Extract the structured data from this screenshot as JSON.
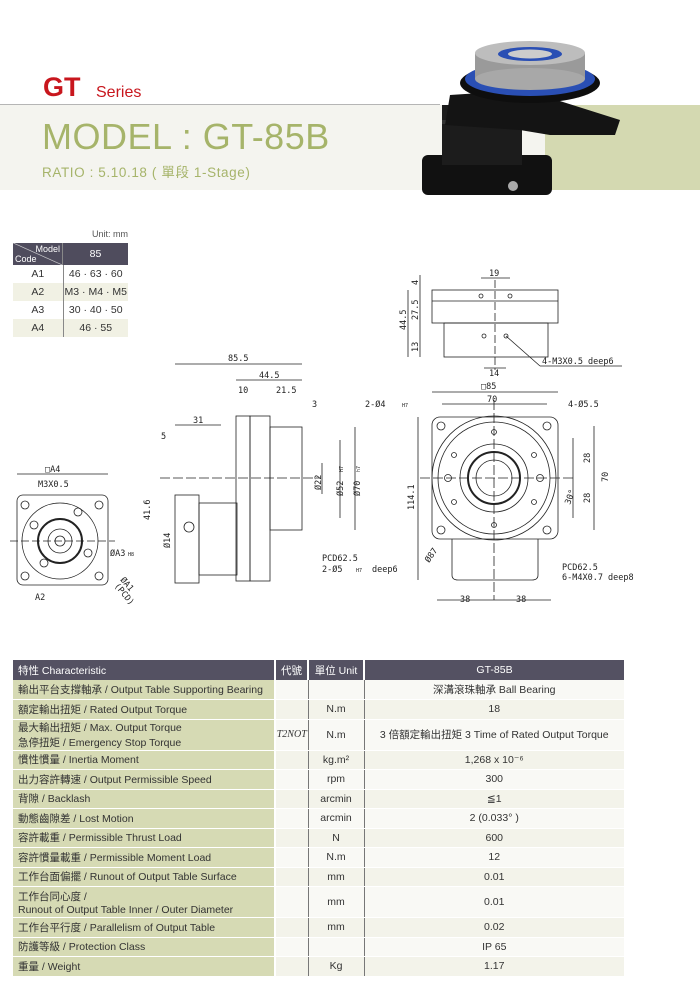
{
  "header": {
    "series_code": "GT",
    "series_word": "Series",
    "model": "MODEL : GT-85B",
    "ratio": "RATIO : 5.10.18 ( 單段 1-Stage)"
  },
  "dim_table": {
    "unit": "Unit: mm",
    "corner_model": "Model",
    "corner_code": "Code",
    "model": "85",
    "rows": [
      {
        "code": "A1",
        "value": "46 · 63 · 60"
      },
      {
        "code": "A2",
        "value": "M3 · M4 · M5"
      },
      {
        "code": "A3",
        "value": "30 · 40 · 50"
      },
      {
        "code": "A4",
        "value": "46 · 55"
      }
    ]
  },
  "drawing": {
    "a4": "□A4",
    "m3": "M3X0.5",
    "a3": "ØA3",
    "a3_tol": "H8",
    "a1": "ØA1",
    "pcd": "(PCD)",
    "a2": "A2",
    "d85_5": "85.5",
    "d44_5": "44.5",
    "d10": "10",
    "d21_5": "21.5",
    "d3": "3",
    "d31": "31",
    "d5": "5",
    "d41_6": "41.6",
    "d14": "Ø14",
    "d22": "Ø22",
    "d52": "Ø52",
    "h7a": "H7",
    "d70": "Ø70",
    "h7b": "h7",
    "t19": "19",
    "t4": "4",
    "t27_5": "27.5",
    "t44_5": "44.5",
    "t13": "13",
    "t14": "14",
    "tap": "4-M3X0.5  deep6",
    "f85": "□85",
    "f70": "70",
    "pin": "2-Ø4",
    "pin_tol": "H7",
    "hole": "4-Ø5.5",
    "f28a": "28",
    "f28b": "28",
    "f70v": "70",
    "f30": "30°",
    "f114": "114.1",
    "f87": "Ø87",
    "pcd_l": "PCD62.5",
    "pin2": "2-Ø5",
    "pin2_tol": "H7",
    "pin2_deep": "deep6",
    "pcd_r": "PCD62.5",
    "tap2": "6-M4X0.7  deep8",
    "f38a": "38",
    "f38b": "38"
  },
  "spec": {
    "headers": {
      "characteristic": "特性 Characteristic",
      "code": "代號",
      "unit": "單位 Unit",
      "model": "GT-85B"
    },
    "rows": [
      {
        "label": "輸出平台支撐軸承 / Output Table Supporting Bearing",
        "code": "",
        "unit": "",
        "value": "深溝滾珠軸承 Ball Bearing"
      },
      {
        "label": "額定輸出扭矩 / Rated Output Torque",
        "code": "",
        "unit": "N.m",
        "value": "18"
      },
      {
        "label": "最大輸出扭矩 / Max. Output Torque",
        "label2": "急停扭矩 / Emergency Stop Torque",
        "code": "T2NOT",
        "unit": "N.m",
        "value": "3 倍額定輸出扭矩 3 Time of Rated Output Torque"
      },
      {
        "label": "慣性慣量 / Inertia Moment",
        "code": "",
        "unit": "kg.m²",
        "value": "1,268 x 10⁻⁶"
      },
      {
        "label": "出力容許轉速 / Output Permissible Speed",
        "code": "",
        "unit": "rpm",
        "value": "300"
      },
      {
        "label": "背隙 / Backlash",
        "code": "",
        "unit": "arcmin",
        "value": "≦1"
      },
      {
        "label": "動態齒隙差 / Lost Motion",
        "code": "",
        "unit": "arcmin",
        "value": "2 (0.033° )"
      },
      {
        "label": "容許載重 / Permissible Thrust Load",
        "code": "",
        "unit": "N",
        "value": "600"
      },
      {
        "label": "容許慣量載重 / Permissible Moment Load",
        "code": "",
        "unit": "N.m",
        "value": "12"
      },
      {
        "label": "工作台面偏擺 / Runout of Output Table Surface",
        "code": "",
        "unit": "mm",
        "value": "0.01"
      },
      {
        "label": "工作台同心度 /",
        "label2": "Runout of Output Table Inner / Outer Diameter",
        "code": "",
        "unit": "mm",
        "value": "0.01"
      },
      {
        "label": "工作台平行度 / Parallelism of Output Table",
        "code": "",
        "unit": "mm",
        "value": "0.02"
      },
      {
        "label": "防護等級 / Protection Class",
        "code": "",
        "unit": "",
        "value": "IP 65"
      },
      {
        "label": "重量 / Weight",
        "code": "",
        "unit": "Kg",
        "value": "1.17"
      }
    ]
  },
  "colors": {
    "brand_red": "#c8161d",
    "olive": "#a6b46a",
    "header_dark": "#545162",
    "label_green": "#d6dab4"
  }
}
